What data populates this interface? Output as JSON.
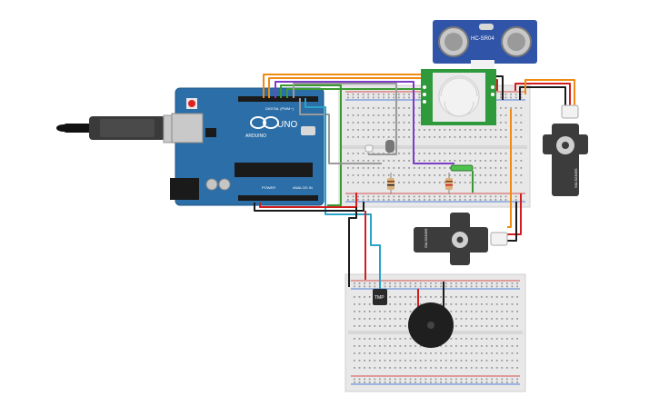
{
  "labels": {
    "uno_logo": "UNO",
    "arduino_brand": "ARDUINO",
    "digital_header": "DIGITAL (PWM~)",
    "power_header": "POWER",
    "analog_header": "ANALOG IN",
    "ultrasonic_model": "HC-SR04",
    "servo_model_1": "SM-S2309S",
    "servo_model_2": "SM-S2309S",
    "temp_sensor": "TMP"
  },
  "colors": {
    "arduino_board": "#2c6ea7",
    "breadboard": "#e8e8e8",
    "ultrasonic_board": "#2f54a8",
    "pir_board": "#2f9a3c",
    "servo_body": "#3c3c3c",
    "buzzer": "#1f1f1f",
    "wire_red": "#d11f1f",
    "wire_black": "#1b1b1b",
    "wire_orange": "#f08a12",
    "wire_purple": "#7d3cc8",
    "wire_green": "#3a9a32",
    "wire_cyan": "#2aa3c8",
    "wire_gray": "#9a9a9a"
  },
  "icons": {
    "usb_cable": "usb-cable-icon",
    "reset_button": "reset-button-icon",
    "arduino_infinity": "arduino-infinity-logo-icon"
  }
}
